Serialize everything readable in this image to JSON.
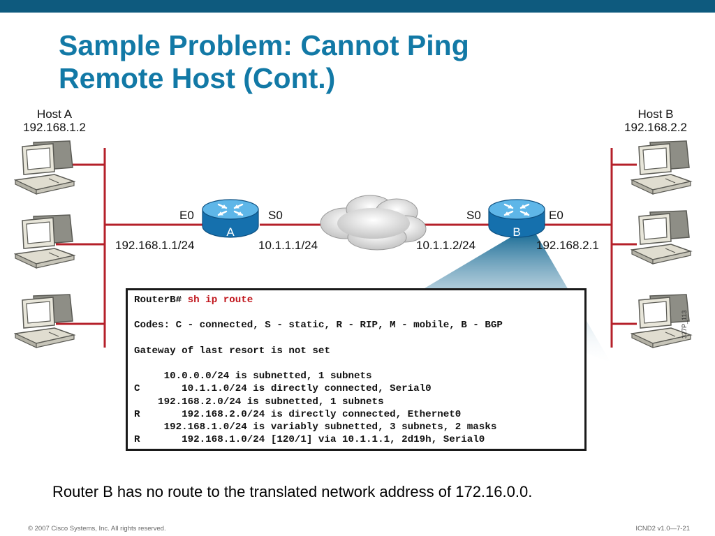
{
  "slide": {
    "title_line1": "Sample Problem: Cannot Ping",
    "title_line2": "Remote Host (Cont.)",
    "caption": "Router B has no route to the translated network address of 172.16.0.0.",
    "copyright": "© 2007 Cisco Systems, Inc. All rights reserved.",
    "page_number": "ICND2 v1.0—7-21",
    "figure_id": "327P_113"
  },
  "colors": {
    "topbar": "#0e5a7e",
    "title": "#1279a6",
    "link": "#b5202a",
    "router": "#1b82c4",
    "command": "#c0141b"
  },
  "diagram": {
    "host_a": {
      "name": "Host A",
      "ip": "192.168.1.2"
    },
    "host_b": {
      "name": "Host B",
      "ip": "192.168.2.2"
    },
    "router_a": {
      "label": "A",
      "left_interface": "E0",
      "right_interface": "S0",
      "left_ip": "192.168.1.1/24",
      "right_ip": "10.1.1.1/24"
    },
    "router_b": {
      "label": "B",
      "left_interface": "S0",
      "right_interface": "E0",
      "left_ip": "10.1.1.2/24",
      "right_ip": "192.168.2.1"
    }
  },
  "console": {
    "prompt": "RouterB#",
    "command": " sh ip route",
    "lines": [
      "",
      "Codes: C - connected, S - static, R - RIP, M - mobile, B - BGP",
      "",
      "Gateway of last resort is not set",
      "",
      "     10.0.0.0/24 is subnetted, 1 subnets",
      "C       10.1.1.0/24 is directly connected, Serial0",
      "    192.168.2.0/24 is subnetted, 1 subnets",
      "R       192.168.2.0/24 is directly connected, Ethernet0",
      "     192.168.1.0/24 is variably subnetted, 3 subnets, 2 masks",
      "R       192.168.1.0/24 [120/1] via 10.1.1.1, 2d19h, Serial0"
    ]
  }
}
